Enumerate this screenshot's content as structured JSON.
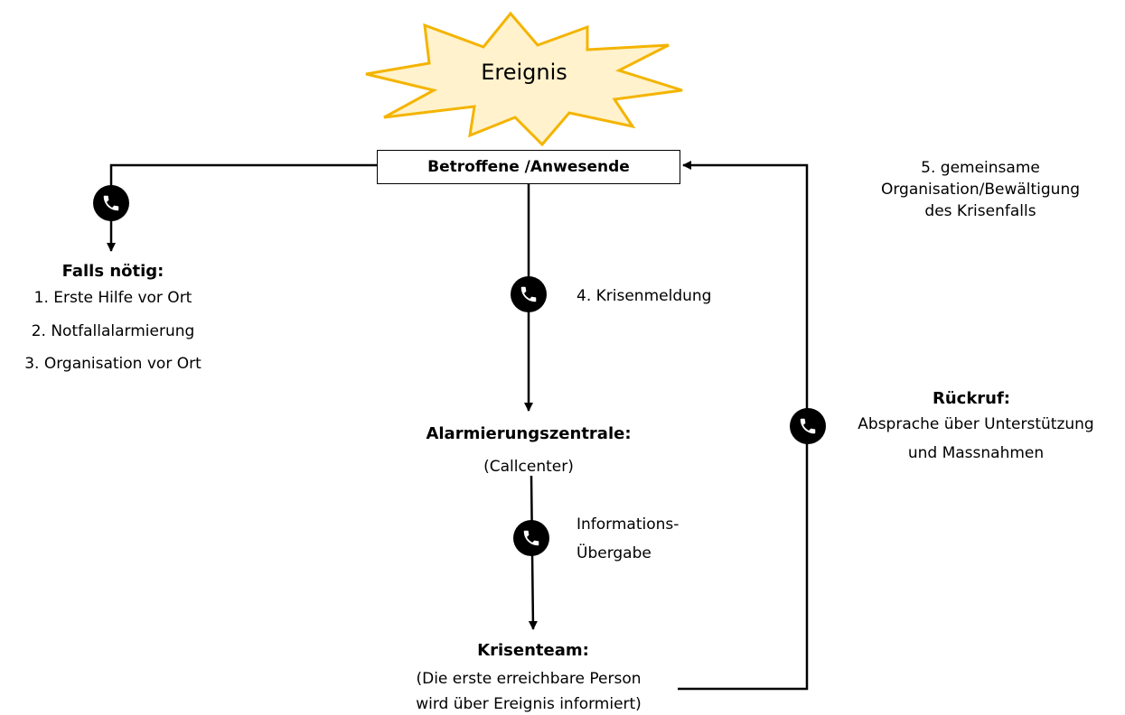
{
  "event": {
    "label": "Ereignis"
  },
  "top_box": {
    "label": "Betroffene /Anwesende"
  },
  "left_branch": {
    "heading": "Falls nötig:",
    "items": [
      "1. Erste Hilfe vor Ort",
      "2. Notfallalarmierung",
      "3. Organisation vor Ort"
    ]
  },
  "step4": {
    "label": "4. Krisenmeldung"
  },
  "alarm_center": {
    "heading": "Alarmierungszentrale:",
    "sub": "(Callcenter)"
  },
  "info_handover": {
    "line1": "Informations-",
    "line2": "Übergabe"
  },
  "crisis_team": {
    "heading": "Krisenteam:",
    "line1": "(Die erste erreichbare Person",
    "line2": "wird über Ereignis informiert)"
  },
  "callback": {
    "heading": "Rückruf:",
    "line1": "Absprache über Unterstützung",
    "line2": "und Massnahmen"
  },
  "step5": {
    "line1": "5. gemeinsame",
    "line2": "Organisation/Bewältigung",
    "line3": "des Krisenfalls"
  },
  "icons": {
    "phone": "phone-icon",
    "burst": "explosion-burst"
  },
  "colors": {
    "burst_fill": "#FFF2CC",
    "burst_stroke": "#F4B400",
    "line": "#000000"
  }
}
